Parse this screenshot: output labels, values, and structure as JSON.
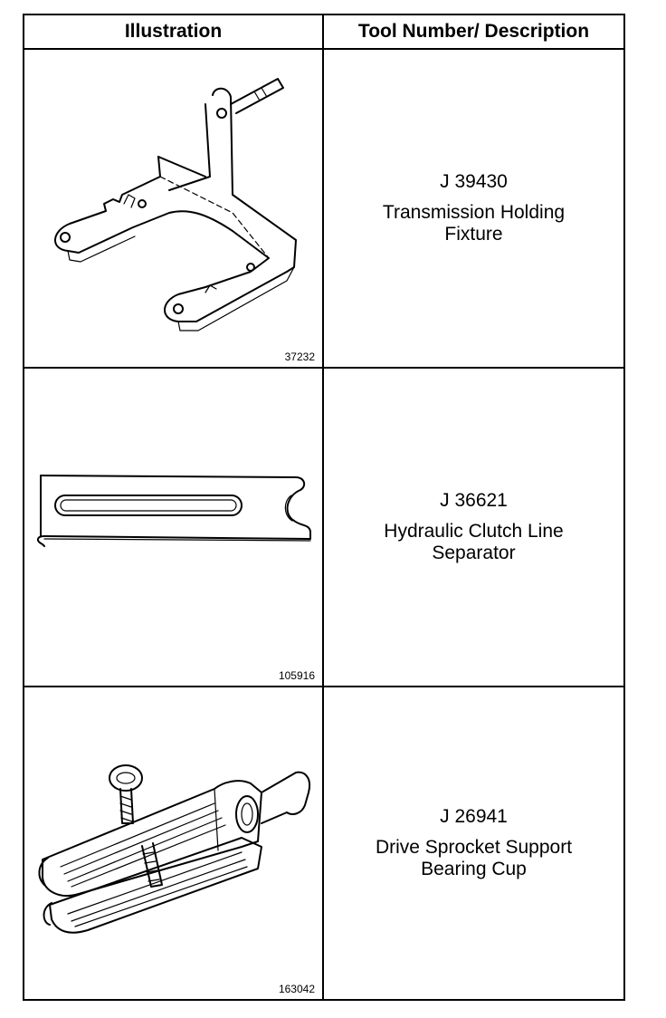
{
  "headers": {
    "illustration": "Illustration",
    "description": "Tool Number/ Description"
  },
  "rows": [
    {
      "tool_number": "J 39430",
      "description_line1": "Transmission Holding",
      "description_line2": "Fixture",
      "figure_id": "37232",
      "icon": "transmission-holding-fixture-icon"
    },
    {
      "tool_number": "J 36621",
      "description_line1": "Hydraulic Clutch Line",
      "description_line2": "Separator",
      "figure_id": "105916",
      "icon": "clutch-line-separator-icon"
    },
    {
      "tool_number": "J 26941",
      "description_line1": "Drive Sprocket Support",
      "description_line2": "Bearing Cup",
      "figure_id": "163042",
      "icon": "bearing-cup-tool-icon"
    }
  ]
}
